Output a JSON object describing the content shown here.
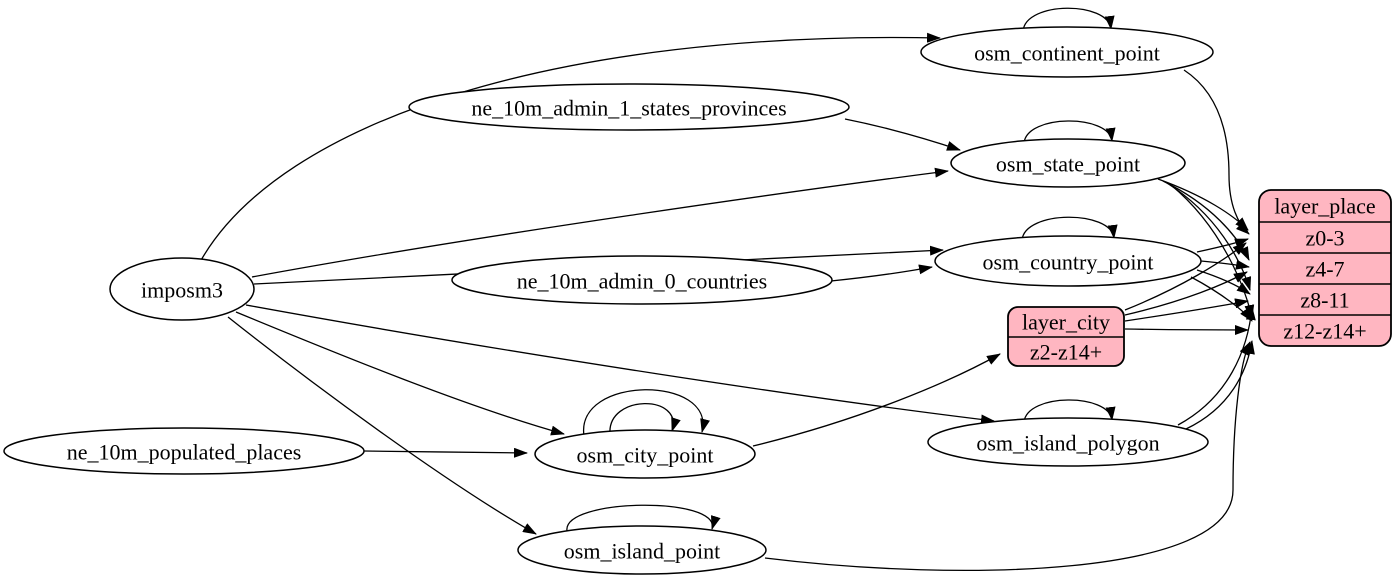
{
  "diagram": {
    "background": "#ffffff",
    "colors": {
      "node_fill": "#ffffff",
      "record_fill": "#ffb6c1",
      "stroke": "#000000",
      "text": "#000000"
    },
    "nodes": {
      "imposm3": {
        "label": "imposm3",
        "type": "ellipse"
      },
      "ne_10m_admin_1_states_provinces": {
        "label": "ne_10m_admin_1_states_provinces",
        "type": "ellipse"
      },
      "ne_10m_admin_0_countries": {
        "label": "ne_10m_admin_0_countries",
        "type": "ellipse"
      },
      "ne_10m_populated_places": {
        "label": "ne_10m_populated_places",
        "type": "ellipse"
      },
      "osm_continent_point": {
        "label": "osm_continent_point",
        "type": "ellipse"
      },
      "osm_state_point": {
        "label": "osm_state_point",
        "type": "ellipse"
      },
      "osm_country_point": {
        "label": "osm_country_point",
        "type": "ellipse"
      },
      "osm_city_point": {
        "label": "osm_city_point",
        "type": "ellipse"
      },
      "osm_island_polygon": {
        "label": "osm_island_polygon",
        "type": "ellipse"
      },
      "osm_island_point": {
        "label": "osm_island_point",
        "type": "ellipse"
      },
      "layer_city": {
        "title": "layer_city",
        "rows": [
          "z2-z14+"
        ],
        "type": "record"
      },
      "layer_place": {
        "title": "layer_place",
        "rows": [
          "z0-3",
          "z4-7",
          "z8-11",
          "z12-z14+"
        ],
        "type": "record"
      }
    },
    "edges": [
      {
        "from": "imposm3",
        "to": "osm_continent_point"
      },
      {
        "from": "imposm3",
        "to": "osm_state_point"
      },
      {
        "from": "imposm3",
        "to": "osm_country_point"
      },
      {
        "from": "imposm3",
        "to": "osm_city_point"
      },
      {
        "from": "imposm3",
        "to": "osm_island_polygon"
      },
      {
        "from": "imposm3",
        "to": "osm_island_point"
      },
      {
        "from": "ne_10m_admin_1_states_provinces",
        "to": "osm_state_point"
      },
      {
        "from": "ne_10m_admin_0_countries",
        "to": "osm_country_point"
      },
      {
        "from": "ne_10m_populated_places",
        "to": "osm_city_point"
      },
      {
        "from": "osm_continent_point",
        "to": "osm_continent_point"
      },
      {
        "from": "osm_state_point",
        "to": "osm_state_point"
      },
      {
        "from": "osm_country_point",
        "to": "osm_country_point"
      },
      {
        "from": "osm_city_point",
        "to": "osm_city_point"
      },
      {
        "from": "osm_city_point",
        "to": "osm_city_point"
      },
      {
        "from": "osm_island_polygon",
        "to": "osm_island_polygon"
      },
      {
        "from": "osm_island_point",
        "to": "osm_island_point"
      },
      {
        "from": "osm_city_point",
        "to": "layer_city",
        "to_port": "z2-z14+"
      },
      {
        "from": "osm_continent_point",
        "to": "layer_place",
        "to_port": "z0-3"
      },
      {
        "from": "osm_state_point",
        "to": "layer_place",
        "to_port": "z0-3"
      },
      {
        "from": "osm_state_point",
        "to": "layer_place",
        "to_port": "z4-7"
      },
      {
        "from": "osm_state_point",
        "to": "layer_place",
        "to_port": "z8-11"
      },
      {
        "from": "osm_state_point",
        "to": "layer_place",
        "to_port": "z12-z14+"
      },
      {
        "from": "osm_country_point",
        "to": "layer_place",
        "to_port": "z0-3"
      },
      {
        "from": "osm_country_point",
        "to": "layer_place",
        "to_port": "z4-7"
      },
      {
        "from": "osm_country_point",
        "to": "layer_place",
        "to_port": "z8-11"
      },
      {
        "from": "osm_country_point",
        "to": "layer_place",
        "to_port": "z12-z14+"
      },
      {
        "from": "layer_city",
        "to": "layer_place",
        "to_port": "z0-3"
      },
      {
        "from": "layer_city",
        "to": "layer_place",
        "to_port": "z4-7"
      },
      {
        "from": "layer_city",
        "to": "layer_place",
        "to_port": "z8-11"
      },
      {
        "from": "layer_city",
        "to": "layer_place",
        "to_port": "z12-z14+"
      },
      {
        "from": "osm_island_polygon",
        "to": "layer_place",
        "to_port": "z8-11"
      },
      {
        "from": "osm_island_polygon",
        "to": "layer_place",
        "to_port": "z12-z14+"
      },
      {
        "from": "osm_island_point",
        "to": "layer_place",
        "to_port": "z12-z14+"
      }
    ]
  }
}
